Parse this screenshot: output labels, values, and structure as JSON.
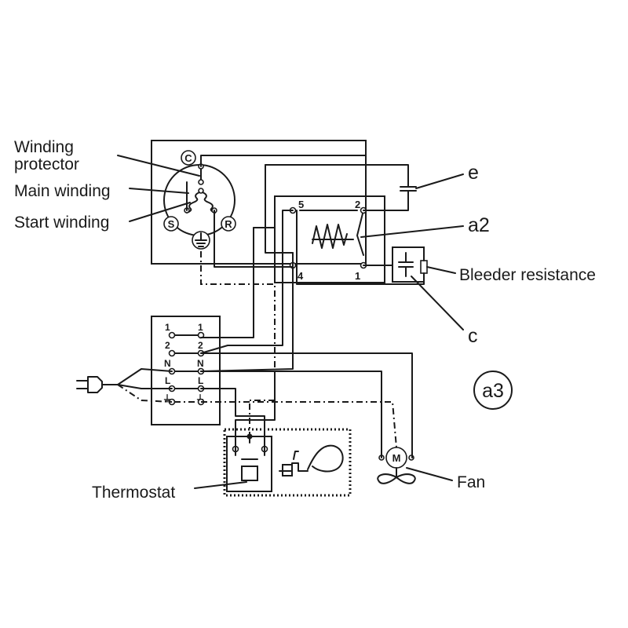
{
  "labels": {
    "winding_protector": [
      "Winding",
      "protector"
    ],
    "main_winding": "Main winding",
    "start_winding": "Start winding",
    "e": "e",
    "a2": "a2",
    "bleeder": "Bleeder resistance",
    "c": "c",
    "a3": "a3",
    "thermostat": "Thermostat",
    "fan": "Fan",
    "fan_motor": "M"
  },
  "compressor_terminals": {
    "c": "C",
    "s": "S",
    "r": "R"
  },
  "relay_terminals": {
    "t5": "5",
    "t2": "2",
    "t4": "4",
    "t1": "1"
  },
  "terminal_block_left": [
    "1",
    "2",
    "N",
    "L",
    "⏚"
  ],
  "terminal_block_right": [
    "1",
    "2",
    "N",
    "L",
    "⏚"
  ]
}
